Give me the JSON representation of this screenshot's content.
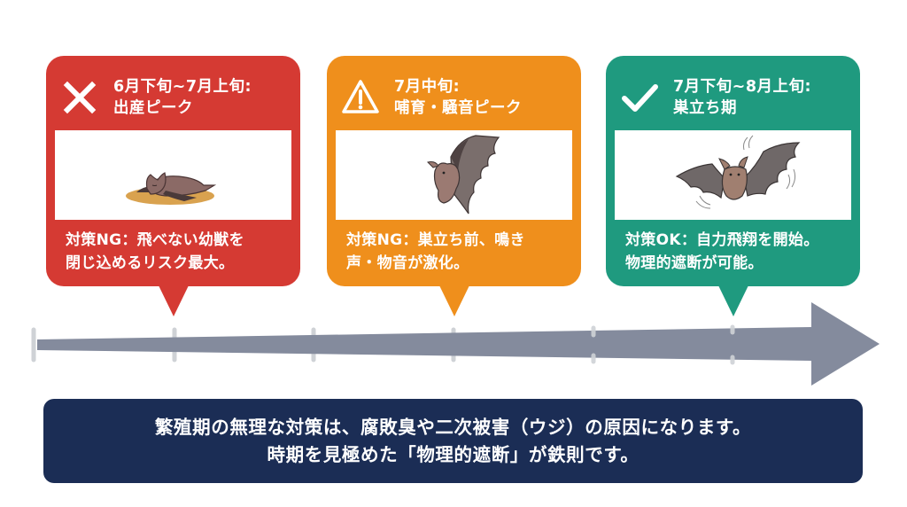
{
  "cards": [
    {
      "status": "ng",
      "icon": "x-mark-icon",
      "color": "#d53a33",
      "period": "6月下旬~7月上旬:",
      "phase": "出産ピーク",
      "illustration": "newborn-bat-lying-on-nest",
      "note_line1": "対策NG：飛べない幼獣を",
      "note_line2": "閉じ込めるリスク最大。"
    },
    {
      "status": "warning",
      "icon": "warning-triangle-icon",
      "color": "#ef8f1c",
      "period": "7月中旬:",
      "phase": "哺育・騒音ピーク",
      "illustration": "young-bat-clinging-with-wing-spread",
      "note_line1": "対策NG：巣立ち前、鳴き",
      "note_line2": "声・物音が激化。"
    },
    {
      "status": "ok",
      "icon": "check-mark-icon",
      "color": "#1f9a7f",
      "period": "7月下旬~8月上旬:",
      "phase": "巣立ち期",
      "illustration": "bat-flying-with-motion-lines",
      "note_line1": "対策OK：自力飛翔を開始。",
      "note_line2": "物理的遮断が可能。"
    }
  ],
  "timeline": {
    "arrow_color": "#848b9d",
    "tick_color": "#cfd2d6",
    "tick_count": 6
  },
  "summary": {
    "background": "#1b2d55",
    "line1": "繁殖期の無理な対策は、腐敗臭や二次被害（ウジ）の原因になります。",
    "line2": "時期を見極めた「物理的遮断」が鉄則です。"
  }
}
